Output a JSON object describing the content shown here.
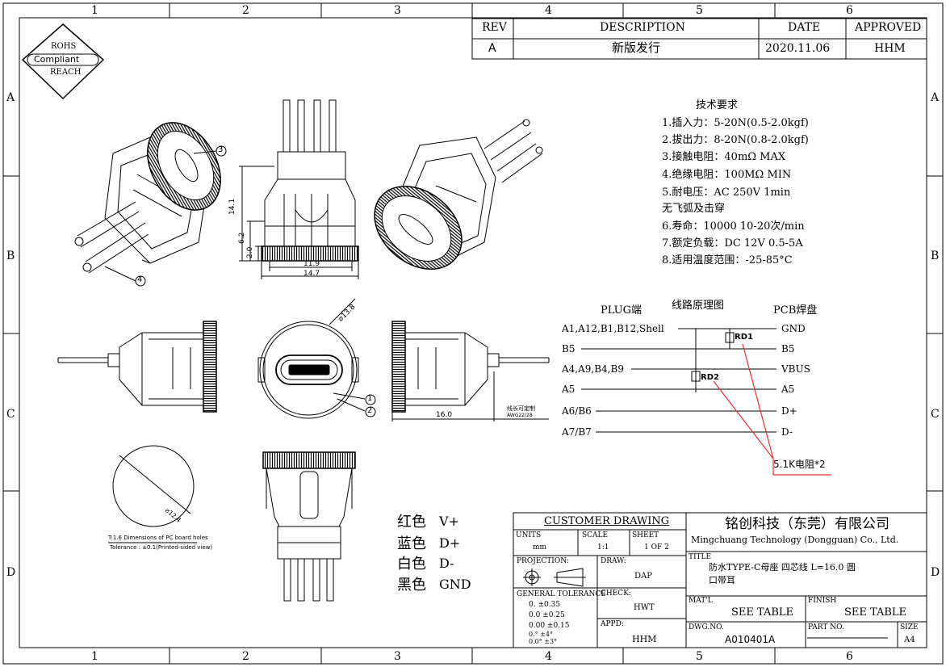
{
  "border": {
    "columns": [
      "1",
      "2",
      "3",
      "4",
      "5",
      "6"
    ],
    "rows": [
      "A",
      "B",
      "C",
      "D"
    ]
  },
  "compliance_badge": {
    "line1": "ROHS",
    "line2": "Compliant",
    "line3": "REACH"
  },
  "revision_table": {
    "headers": {
      "rev": "REV",
      "description": "DESCRIPTION",
      "date": "DATE",
      "approved": "APPROVED"
    },
    "rows": [
      {
        "rev": "A",
        "description": "新版发行",
        "date": "2020.11.06",
        "approved": "HHM"
      }
    ]
  },
  "tech_requirements": {
    "heading": "技术要求",
    "items": [
      "1.插入力：5-20N(0.5-2.0kgf)",
      "2.拔出力：8-20N(0.8-2.0kgf)",
      "3.接触电阻：40mΩ MAX",
      "4.绝缘电阻：100MΩ MIN",
      "5.耐电压：AC 250V 1min",
      "无飞弧及击穿",
      "6.寿命：10000 10-20次/min",
      "7.额定负载：DC 12V 0.5-5A",
      "8.适用温度范围：-25-85°C"
    ]
  },
  "circuit": {
    "plug_heading": "PLUG端",
    "title": "线路原理图",
    "pcb_heading": "PCB焊盘",
    "left_labels": [
      "A1,A12,B1,B12,Shell",
      "B5",
      "A4,A9,B4,B9",
      "A5",
      "A6/B6",
      "A7/B7"
    ],
    "right_labels": [
      "GND",
      "B5",
      "VBUS",
      "A5",
      "D+",
      "D-"
    ],
    "resistor_labels": [
      "RD1",
      "RD2"
    ],
    "resistor_note": "5.1K电阻*2"
  },
  "dimensions": {
    "height_total": "14.1",
    "height_mid": "6.2",
    "height_base": "2.0",
    "width_inner": "11.9",
    "width_outer": "14.7",
    "diameter_face": "⌀13.8",
    "cable_length": "16.0",
    "cable_note_1": "线长可定制",
    "cable_note_2": "AWG22/28",
    "hole_diameter": "⌀12.4",
    "pcb_note_1": "T:1.6 Dimensions of PC board holes",
    "pcb_note_2": "Tolerance : ±0.1(Printed-sided view)"
  },
  "callouts": [
    "1",
    "2",
    "3",
    "4"
  ],
  "wire_colors": [
    {
      "color_name": "红色",
      "signal": "V+"
    },
    {
      "color_name": "蓝色",
      "signal": "D+"
    },
    {
      "color_name": "白色",
      "signal": "D-"
    },
    {
      "color_name": "黑色",
      "signal": "GND"
    }
  ],
  "title_block": {
    "customer_drawing": "CUSTOMER DRAWING",
    "units_label": "UNITS",
    "units_value": "mm",
    "scale_label": "SCALE",
    "scale_value": "1:1",
    "sheet_label": "SHEET",
    "sheet_value": "1 OF 2",
    "company_cn": "铭创科技（东莞）有限公司",
    "company_en": "Mingchuang Technology (Dongguan) Co., Ltd.",
    "projection_label": "PROJECTION:",
    "draw_label": "DRAW:",
    "draw_value": "DAP",
    "title_label": "TITLE",
    "title_value_1": "防水TYPE-C母座 四芯线 L=16.0 圆",
    "title_value_2": "口带耳",
    "tolerance_label": "GENERAL TOLERANCE",
    "tolerance_rows": [
      "0.   ±0.35",
      "0.0  ±0.25",
      "0.00 ±0.15",
      "0.°  ±4°",
      "0.0° ±3°"
    ],
    "check_label": "CHECK:",
    "check_value": "HWT",
    "appd_label": "APPD:",
    "appd_value": "HHM",
    "matl_label": "MAT'L",
    "matl_value": "SEE TABLE",
    "finish_label": "FINISH",
    "finish_value": "SEE TABLE",
    "dwgno_label": "DWG.NO.",
    "dwgno_value": "A010401A",
    "partno_label": "PART NO.",
    "partno_value": "",
    "size_label": "SIZE",
    "size_value": "A4"
  }
}
